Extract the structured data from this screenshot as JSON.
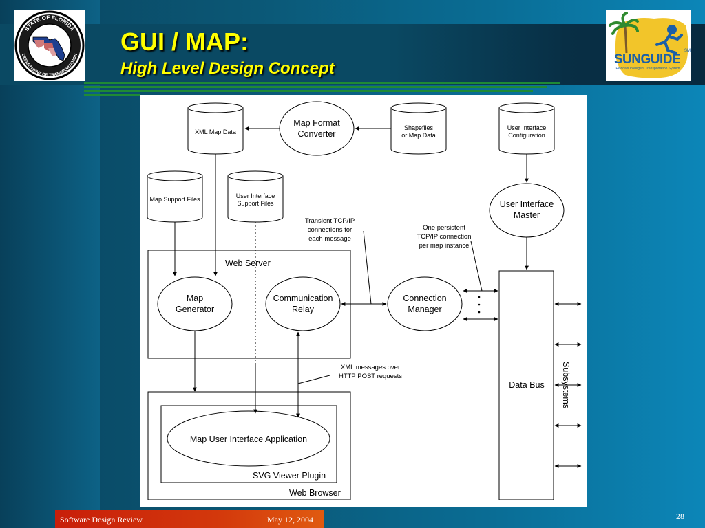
{
  "slide": {
    "title": "GUI / MAP:",
    "subtitle": "High Level Design Concept",
    "footer_left": "Software Design Review",
    "footer_date": "May 12, 2004",
    "page_number": "28"
  },
  "logos": {
    "fdot": {
      "ring_top": "STATE OF FLORIDA",
      "ring_bottom": "DEPARTMENT OF TRANSPORTATION"
    },
    "sunguide": {
      "name": "SUNGUIDE",
      "mark": "SM",
      "tagline": "Florida's Intelligent Transportation System"
    }
  },
  "diagram": {
    "stores": {
      "xml_map_data": "XML Map Data",
      "shapefiles": [
        "Shapefiles",
        "or Map Data"
      ],
      "ui_config": [
        "User Interface",
        "Configuration"
      ],
      "map_support": "Map Support Files",
      "ui_support": [
        "User Interface",
        "Support Files"
      ]
    },
    "processes": {
      "map_format_converter": [
        "Map Format",
        "Converter"
      ],
      "ui_master": [
        "User Interface",
        "Master"
      ],
      "map_generator": [
        "Map",
        "Generator"
      ],
      "comm_relay": [
        "Communication",
        "Relay"
      ],
      "connection_manager": [
        "Connection",
        "Manager"
      ],
      "map_ui_app": "Map User Interface Application"
    },
    "containers": {
      "web_server": "Web Server",
      "svg_viewer": "SVG Viewer Plugin",
      "web_browser": "Web Browser",
      "data_bus": "Data Bus",
      "subsystems": "Subsystems"
    },
    "notes": {
      "transient": [
        "Transient TCP/IP",
        "connections for",
        "each message"
      ],
      "persistent": [
        "One persistent",
        "TCP/IP connection",
        "per map instance"
      ],
      "xml_messages": [
        "XML messages over",
        "HTTP POST requests"
      ]
    },
    "colors": {
      "line": "#000000",
      "fill": "#ffffff"
    }
  }
}
